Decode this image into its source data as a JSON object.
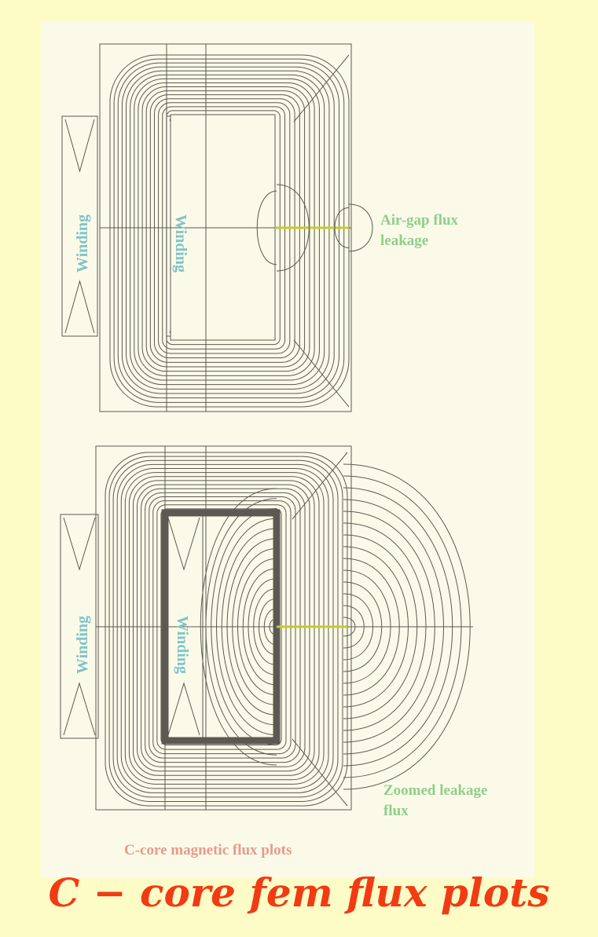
{
  "figure": {
    "top_plot": {
      "left_winding_label": "Winding",
      "right_winding_label": "Winding",
      "annotation_line1": "Air-gap flux",
      "annotation_line2": "leakage"
    },
    "bottom_plot": {
      "left_winding_label": "Winding",
      "right_winding_label": "Winding",
      "annotation_line1": "Zoomed leakage",
      "annotation_line2": "flux"
    },
    "caption": "C-core magnetic flux plots"
  },
  "title": "C − core fem flux plots",
  "colors": {
    "background": "#fdfcc6",
    "panel": "#fbfae9",
    "line": "#5a5a52",
    "winding_text": "#7ec4c8",
    "annotation_text": "#8fcf8a",
    "caption_text": "#e79a8e",
    "title_text": "#f13b12",
    "gap_marker": "#c8c830"
  }
}
